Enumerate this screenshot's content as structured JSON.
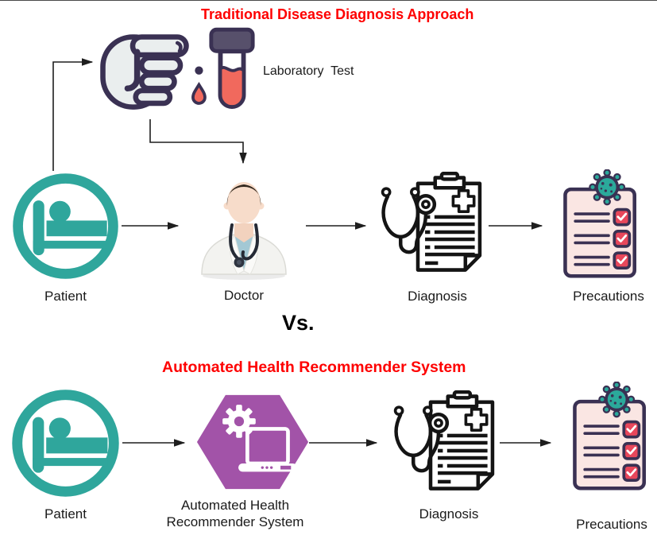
{
  "colors": {
    "title_red": "#FE0000",
    "teal": "#2FA69C",
    "purple": "#A253A8",
    "outline": "#3A3153",
    "salmon": "#F1695D",
    "paper_pink": "#FAE6E3",
    "check_red": "#E8475B",
    "virus_teal": "#2BA99B",
    "tube_cap": "#57506B",
    "arrow_ink": "#1E1E1E",
    "label_ink": "#1A1A1A"
  },
  "top_flow": {
    "title": "Traditional Disease Diagnosis Approach",
    "lab_test_label": "Laboratory  Test",
    "patient_label": "Patient",
    "doctor_label": "Doctor",
    "diagnosis_label": "Diagnosis",
    "precautions_label": "Precautions"
  },
  "divider_label": "Vs.",
  "bottom_flow": {
    "title": "Automated Health Recommender System",
    "patient_label": "Patient",
    "system_label_line1": "Automated Health",
    "system_label_line2": "Recommender System",
    "diagnosis_label": "Diagnosis",
    "precautions_label": "Precautions"
  },
  "icons": [
    "patient-bed-icon",
    "blood-test-finger-icon",
    "test-tube-icon",
    "doctor-icon",
    "diagnosis-stethoscope-clipboard-icon",
    "precautions-checklist-icon",
    "virus-icon",
    "recommender-hexagon-icon",
    "gear-icon",
    "laptop-icon"
  ]
}
